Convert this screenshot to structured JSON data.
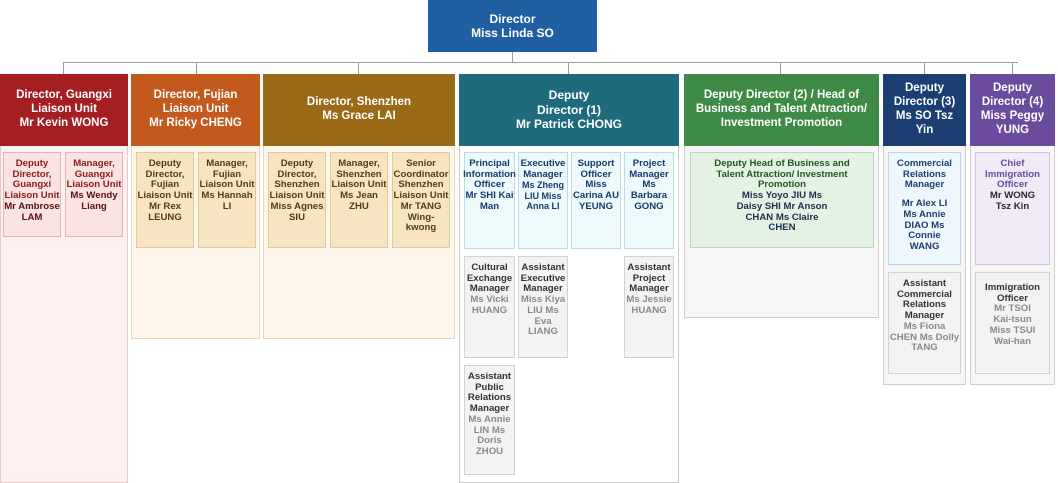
{
  "top": {
    "title": "Director",
    "name": "Miss Linda SO"
  },
  "guangxi": {
    "header": {
      "title": "Director, Guangxi Liaison Unit",
      "name": "Mr Kevin WONG"
    },
    "cards": [
      {
        "title": "Deputy Director, Guangxi Liaison Unit",
        "names": "Mr Ambrose LAM"
      },
      {
        "title": "Manager, Guangxi Liaison Unit",
        "names": "Ms Wendy Liang"
      }
    ]
  },
  "fujian": {
    "header": {
      "title": "Director, Fujian Liaison Unit",
      "name": "Mr Ricky CHENG"
    },
    "cards": [
      {
        "title": "Deputy Director, Fujian Liaison Unit",
        "names": "Mr Rex LEUNG"
      },
      {
        "title": "Manager, Fujian Liaison Unit",
        "names": "Ms Hannah LI"
      }
    ]
  },
  "shenzhen": {
    "header": {
      "title": "Director, Shenzhen",
      "name": "Ms  Grace LAI"
    },
    "cards": [
      {
        "title": "Deputy Director, Shenzhen Liaison Unit",
        "names": "Miss Agnes SIU"
      },
      {
        "title": "Manager, Shenzhen Liaison Unit",
        "names": "Ms Jean ZHU"
      },
      {
        "title": "Senior Coordinator Shenzhen Liaison Unit",
        "names": "Mr TANG Wing-kwong"
      }
    ]
  },
  "dd1": {
    "header": {
      "title": "Deputy Director (1)",
      "name": "Mr Patrick CHONG"
    },
    "row1": [
      {
        "title": "Principal Information Officer",
        "names": "Mr SHI Kai Man"
      },
      {
        "title": "Executive Manager",
        "names": "Ms Zheng LIU Miss Anna LI"
      },
      {
        "title": "Support Officer",
        "names": "Miss Carina AU YEUNG"
      },
      {
        "title": "Project Manager",
        "names": "Ms Barbara GONG"
      }
    ],
    "row2": [
      {
        "title": "Cultural Exchange Manager",
        "names": "Ms Vicki HUANG"
      },
      {
        "title": "Assistant Executive Manager",
        "names": "Miss Kiya LIU Ms Eva LIANG"
      },
      {
        "title": "Assistant Project Manager",
        "names": "Ms Jessie HUANG"
      }
    ],
    "row3": [
      {
        "title": "Assistant Public Relations Manager",
        "names": "Ms Annie LIN Ms Doris ZHOU"
      }
    ]
  },
  "dd2": {
    "header": {
      "title": "Deputy Director (2) / Head of Business and Talent Attraction/ Investment Promotion"
    },
    "card": {
      "title": "Deputy Head of Business and Talent Attraction/ Investment Promotion",
      "names": "Miss Yoyo JIU Ms Daisy SHI Mr Anson CHAN Ms Claire CHEN"
    }
  },
  "dd3": {
    "header": {
      "title": "Deputy Director (3)",
      "name": "Ms SO Tsz Yin"
    },
    "cards": [
      {
        "title": "Commercial Relations Manager",
        "names": "Mr Alex LI Ms Annie DIAO Ms Connie WANG"
      },
      {
        "title": "Assistant Commercial Relations Manager",
        "names": "Ms Fiona CHEN Ms Dolly TANG"
      }
    ]
  },
  "dd4": {
    "header": {
      "title": "Deputy Director (4)",
      "name": "Miss  Peggy YUNG"
    },
    "cards": [
      {
        "title": "Chief Immigration Officer",
        "names": "Mr WONG Tsz Kin"
      },
      {
        "title": "Immigration Officer",
        "names": "Mr TSOI Kai-tsun Miss TSUI Wai-han"
      }
    ]
  },
  "colors": {
    "top": "#1f5fa2",
    "guangxi": "#a41e22",
    "fujian": "#c25a1e",
    "shenzhen": "#9b6a18",
    "dd1": "#1e6b7e",
    "dd2": "#3f8a46",
    "dd3": "#1d3e73",
    "dd4": "#6a4b9c"
  }
}
